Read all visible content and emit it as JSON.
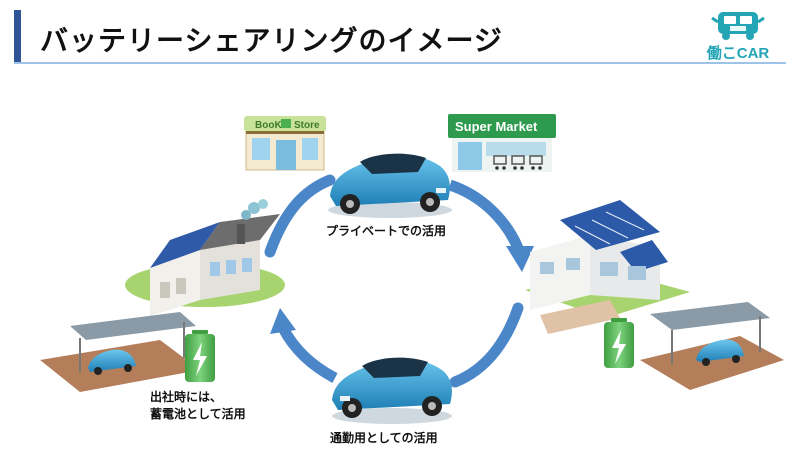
{
  "header": {
    "title": "バッテリーシェアリングのイメージ",
    "logo_text": "働こCAR",
    "accent_color": "#2f5597",
    "rule_color": "#9dc3e6"
  },
  "diagram": {
    "label_private": "プライベートでの活用",
    "label_commute": "通勤用としての活用",
    "label_office_line1": "出社時には、",
    "label_office_line2": "蓄電池として活用",
    "bookstore_sign_left": "BooK",
    "bookstore_sign_right": "Store",
    "supermarket_sign": "Super Market",
    "arrow_color": "#4a86c8",
    "car_color": "#3aa3d6",
    "battery_color": "#5cb85c"
  }
}
